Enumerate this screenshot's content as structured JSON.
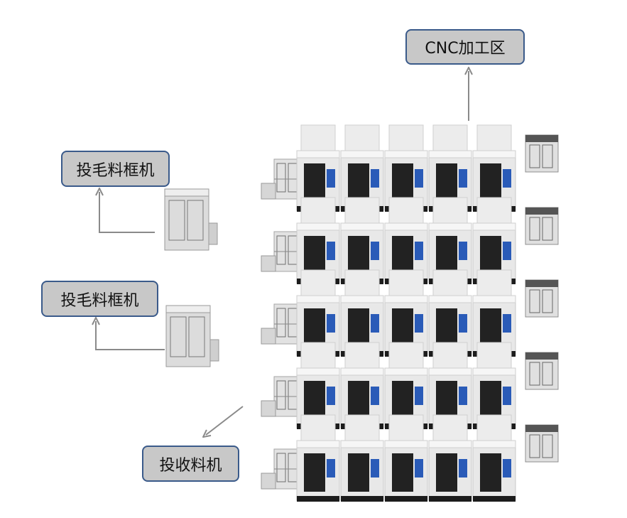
{
  "labels": {
    "cnc_zone": "CNC加工区",
    "feeder_top": "投毛料框机",
    "feeder_mid": "投毛料框机",
    "collector": "投收料机"
  },
  "colors": {
    "label_fill": "#c8c8c8",
    "label_border": "#3a5a8a",
    "arrow": "#8a8a8a",
    "machine_light": "#e6e6e6",
    "machine_dark": "#222222",
    "screen_blue": "#2a5bb8"
  }
}
